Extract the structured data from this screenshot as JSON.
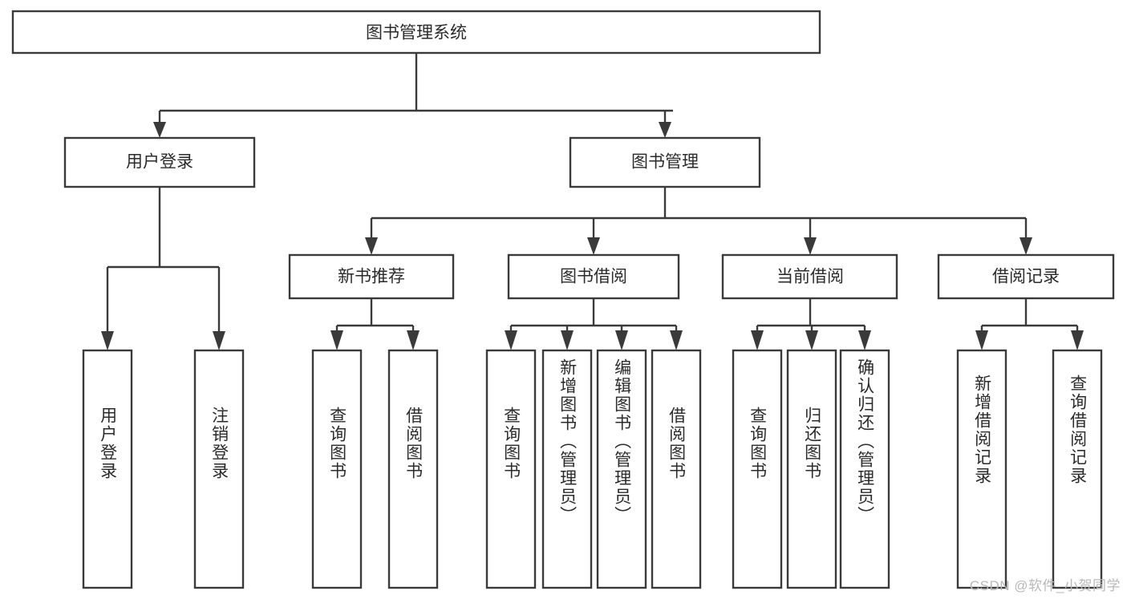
{
  "diagram": {
    "type": "tree",
    "title": "图书管理系统",
    "colors": {
      "box_border": "#3a3a3a",
      "box_fill": "#ffffff",
      "text": "#2b2b2b",
      "connector": "#3a3a3a",
      "watermark": "#b9b9b9",
      "background": "#ffffff"
    },
    "root": {
      "label": "图书管理系统"
    },
    "level1": [
      {
        "label": "用户登录"
      },
      {
        "label": "图书管理"
      }
    ],
    "level2": [
      {
        "label": "新书推荐"
      },
      {
        "label": "图书借阅"
      },
      {
        "label": "当前借阅"
      },
      {
        "label": "借阅记录"
      }
    ],
    "leaves": {
      "user_login": [
        {
          "label": "用户登录"
        },
        {
          "label": "注销登录"
        }
      ],
      "new_book_recommend": [
        {
          "label": "查询图书"
        },
        {
          "label": "借阅图书"
        }
      ],
      "book_borrow": [
        {
          "label": "查询图书"
        },
        {
          "label": "新增图书（管理员）"
        },
        {
          "label": "编辑图书（管理员）"
        },
        {
          "label": "借阅图书"
        }
      ],
      "current_borrow": [
        {
          "label": "查询图书"
        },
        {
          "label": "归还图书"
        },
        {
          "label": "确认归还（管理员）"
        }
      ],
      "borrow_record": [
        {
          "label": "新增借阅记录"
        },
        {
          "label": "查询借阅记录"
        }
      ]
    }
  },
  "watermark": {
    "text": "CSDN @软件_小贺同学"
  }
}
